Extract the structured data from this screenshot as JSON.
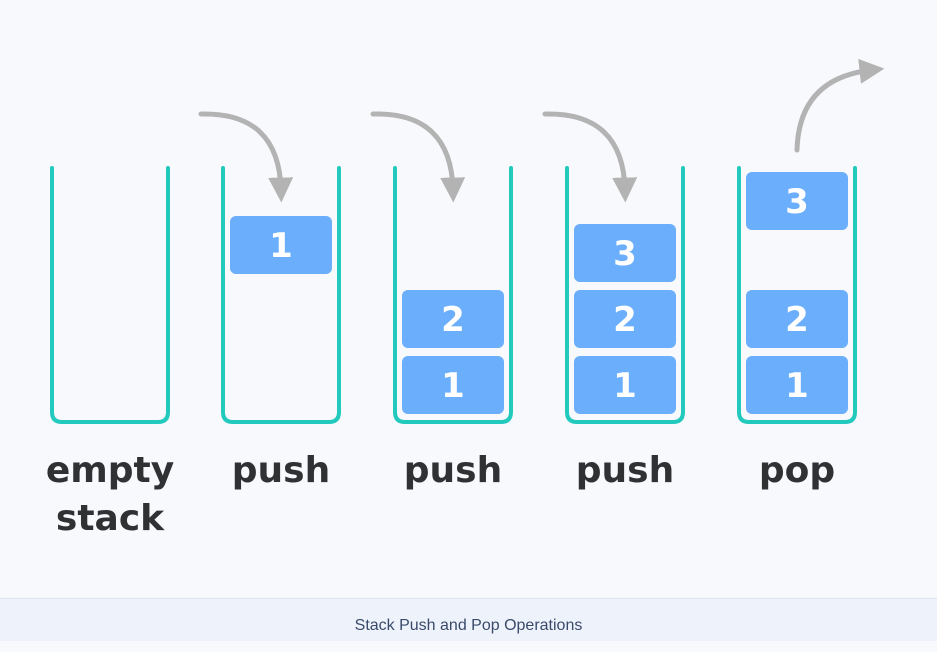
{
  "colors": {
    "background": "#f8f9fc",
    "container_stroke": "#22c9bd",
    "block_fill": "#6aaefc",
    "block_text": "#ffffff",
    "arrow": "#b3b3b3",
    "label_text": "#2f3133",
    "caption_bar": "#eef2fb",
    "caption_text": "#3a4a6b"
  },
  "stacks": [
    {
      "label_lines": [
        "empty",
        "stack"
      ],
      "arrow": "none",
      "blocks": []
    },
    {
      "label_lines": [
        "push"
      ],
      "arrow": "in",
      "blocks": [
        "1"
      ]
    },
    {
      "label_lines": [
        "push"
      ],
      "arrow": "in",
      "blocks": [
        "1",
        "2"
      ]
    },
    {
      "label_lines": [
        "push"
      ],
      "arrow": "in",
      "blocks": [
        "1",
        "2",
        "3"
      ]
    },
    {
      "label_lines": [
        "pop"
      ],
      "arrow": "out",
      "blocks": [
        "1",
        "2"
      ],
      "popped_block": "3"
    }
  ],
  "caption": "Stack Push and Pop Operations"
}
